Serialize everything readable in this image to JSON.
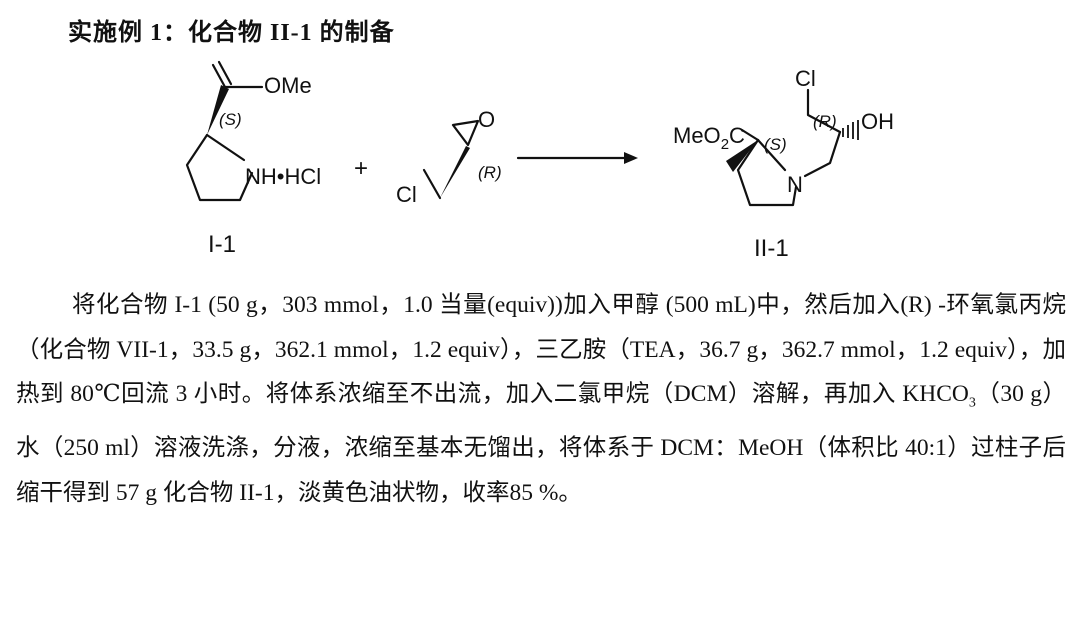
{
  "heading": "实施例 1：化合物 II-1 的制备",
  "scheme": {
    "reactant1": {
      "label": "I-1",
      "ester": "OMe",
      "stereo": "(S)",
      "amine_salt": "NH•HCl"
    },
    "plus": "+",
    "reactant2": {
      "oxygen": "O",
      "chlorine": "Cl",
      "stereo": "(R)"
    },
    "product": {
      "label": "II-1",
      "ester": "MeO",
      "ester_sub": "2",
      "ester_tail": "C",
      "stereo_ring": "(S)",
      "stereo_chain": "(R)",
      "hydroxyl": "OH",
      "chlorine": "Cl",
      "nitrogen": "N"
    }
  },
  "procedure": {
    "part1": "将化合物 I-1 (50 g，303 mmol，1.0  当量(equiv))加入甲醇  (500 mL)中，然后加入(R) -环氧氯丙烷（化合物 VII-1，33.5 g，362.1 mmol，1.2 equiv），三乙胺（TEA，36.7 g，362.7 mmol，1.2 equiv），加热到 80℃回流 3 小时。将体系浓缩至不出流，加入二氯甲烷（DCM）溶解，再加入 KHCO",
    "sub": "3",
    "part2": "（30 g）水（250 ml）溶液洗涤，分液，浓缩至基本无馏出，将体系于 DCM：MeOH（体积比 40:1）过柱子后缩干得到 57 g 化合物 II-1，淡黄色油状物，收率85 %。"
  }
}
